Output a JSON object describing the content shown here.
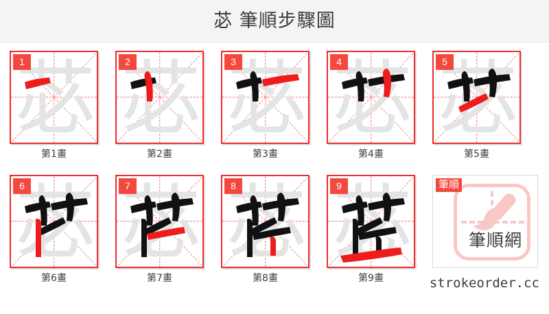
{
  "header": {
    "title": "苾 筆順步驟圖"
  },
  "character": "苾",
  "colors": {
    "stroke_current": "#ee1c1c",
    "stroke_done": "#111111",
    "stroke_ghost": "#e4e4e4",
    "badge": "#f4483f",
    "cell_border": "#ef2b2b",
    "guide_line": "#f07070",
    "header_bg": "#f4f4f4",
    "logo_pink": "#fac7c7",
    "text": "#3c3c3c"
  },
  "strokes": [
    {
      "number": "1",
      "caption": "第1畫"
    },
    {
      "number": "2",
      "caption": "第2畫"
    },
    {
      "number": "3",
      "caption": "第3畫"
    },
    {
      "number": "4",
      "caption": "第4畫"
    },
    {
      "number": "5",
      "caption": "第5畫"
    },
    {
      "number": "6",
      "caption": "第6畫"
    },
    {
      "number": "7",
      "caption": "第7畫"
    },
    {
      "number": "8",
      "caption": "第8畫"
    },
    {
      "number": "9",
      "caption": "第9畫"
    }
  ],
  "logo": {
    "badge": "筆順",
    "name": "筆順網",
    "icon": "brush-icon"
  },
  "watermark": "strokeorder.cc"
}
